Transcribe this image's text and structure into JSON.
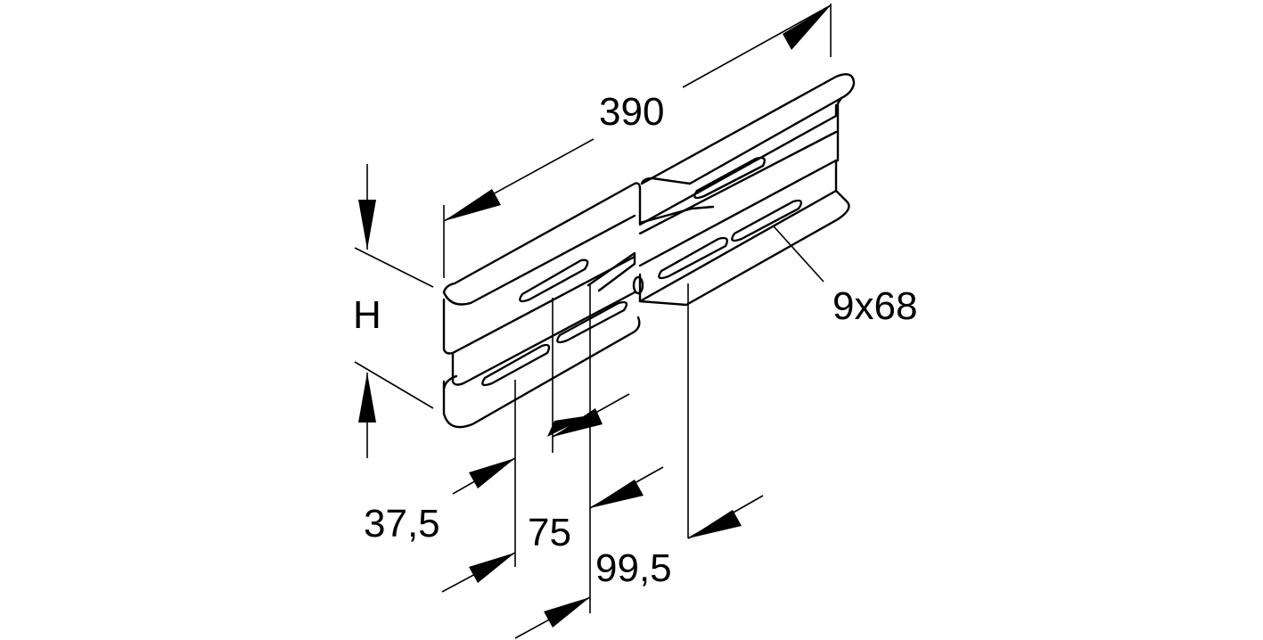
{
  "dimensions": {
    "length": "390",
    "height": "H",
    "slot": "9x68",
    "spacing_1": "37,5",
    "spacing_2": "75",
    "spacing_3": "99,5"
  },
  "colors": {
    "line": "#000000",
    "background": "#ffffff"
  }
}
